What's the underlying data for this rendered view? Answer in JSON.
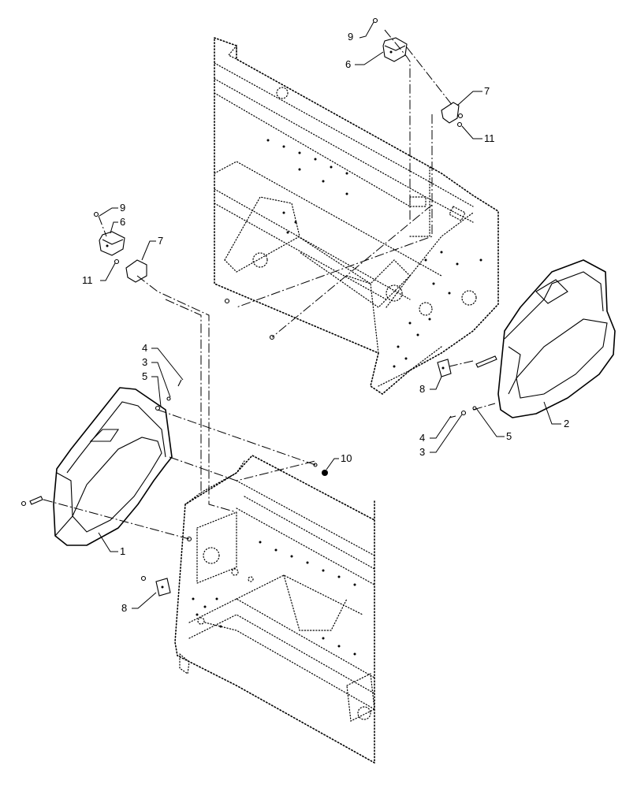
{
  "callouts": {
    "upper_right_9": "9",
    "upper_right_6": "6",
    "upper_right_7": "7",
    "upper_right_11": "11",
    "upper_left_9": "9",
    "upper_left_6": "6",
    "upper_left_7": "7",
    "upper_left_11": "11",
    "left_4": "4",
    "left_3": "3",
    "left_5": "5",
    "center_10": "10",
    "left_panel_1": "1",
    "right_panel_2": "2",
    "right_8": "8",
    "right_4": "4",
    "right_3": "3",
    "right_5": "5",
    "lower_8": "8"
  }
}
